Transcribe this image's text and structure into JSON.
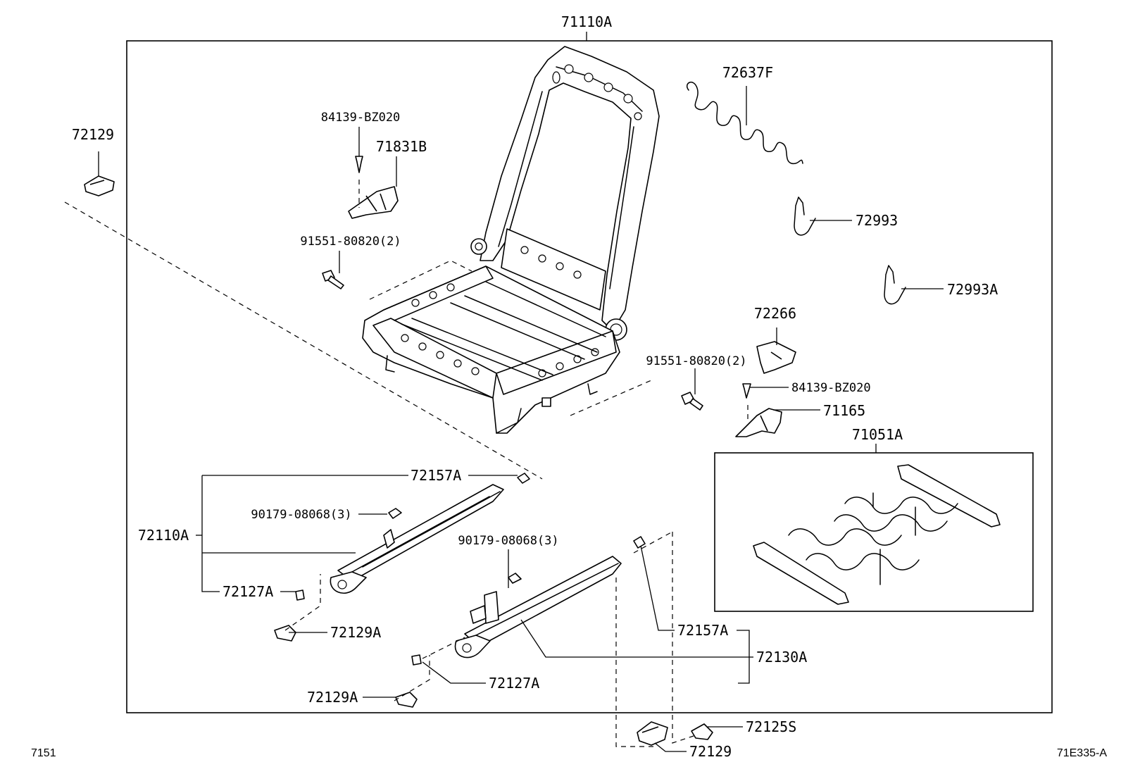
{
  "labels": {
    "p71110A": "71110A",
    "p72129_top": "72129",
    "p84139_top": "84139-BZ020",
    "p71831B": "71831B",
    "p91551_left": "91551-80820(2)",
    "p72637F": "72637F",
    "p72993": "72993",
    "p72993A": "72993A",
    "p72266": "72266",
    "p91551_right": "91551-80820(2)",
    "p84139_right": "84139-BZ020",
    "p71165": "71165",
    "p71051A": "71051A",
    "p72157A_top": "72157A",
    "p90179_left": "90179-08068(3)",
    "p72110A": "72110A",
    "p90179_right": "90179-08068(3)",
    "p72127A_left": "72127A",
    "p72129A_left": "72129A",
    "p72157A_right": "72157A",
    "p72130A": "72130A",
    "p72127A_bottom": "72127A",
    "p72129A_bottom": "72129A",
    "p72125S": "72125S",
    "p72129_bottom": "72129"
  },
  "footer": {
    "page_code": "7151",
    "figure_code": "71E335-A"
  }
}
